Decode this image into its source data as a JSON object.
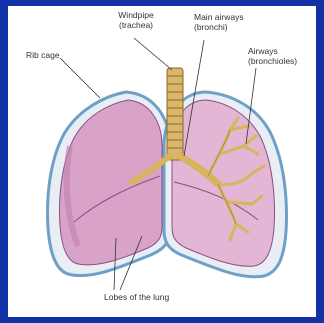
{
  "labels": {
    "windpipe": "Windpipe",
    "windpipe_sub": "(trachea)",
    "main_airways": "Main airways",
    "main_airways_sub": "(bronchi)",
    "airways": "Airways",
    "airways_sub": "(bronchioles)",
    "rib_cage": "Rib cage",
    "lobes": "Lobes of the lung"
  },
  "colors": {
    "border": "#1432a8",
    "lung_fill": "#d9a3c9",
    "lung_shade": "#c27fb0",
    "pleura": "#6fa0c8",
    "trachea": "#d9b66a",
    "bronchi": "#d8b55c"
  }
}
